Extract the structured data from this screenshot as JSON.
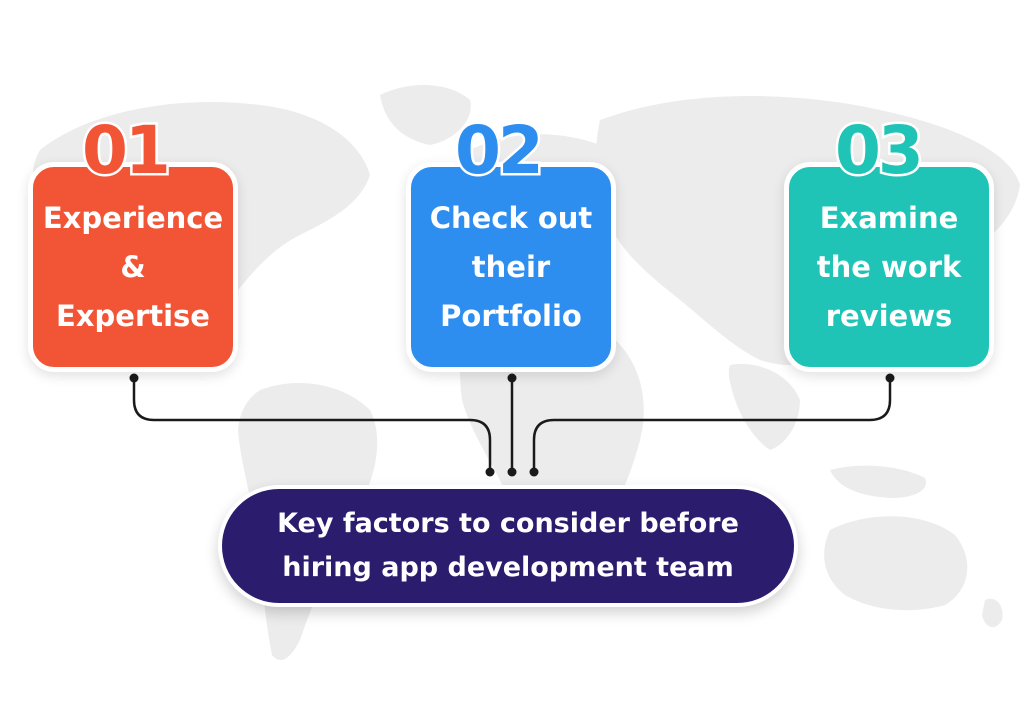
{
  "colors": {
    "step1": "#f25536",
    "step2": "#2d8eef",
    "step3": "#1fc4b6",
    "center": "#2b1c6e",
    "connector": "#1a1a1a",
    "map": "#ececec"
  },
  "steps": [
    {
      "number": "01",
      "text": "Experience\n&\nExpertise"
    },
    {
      "number": "02",
      "text": "Check out\ntheir\nPortfolio"
    },
    {
      "number": "03",
      "text": "Examine\nthe work\nreviews"
    }
  ],
  "center": {
    "text": "Key factors to consider before\nhiring app development team"
  }
}
